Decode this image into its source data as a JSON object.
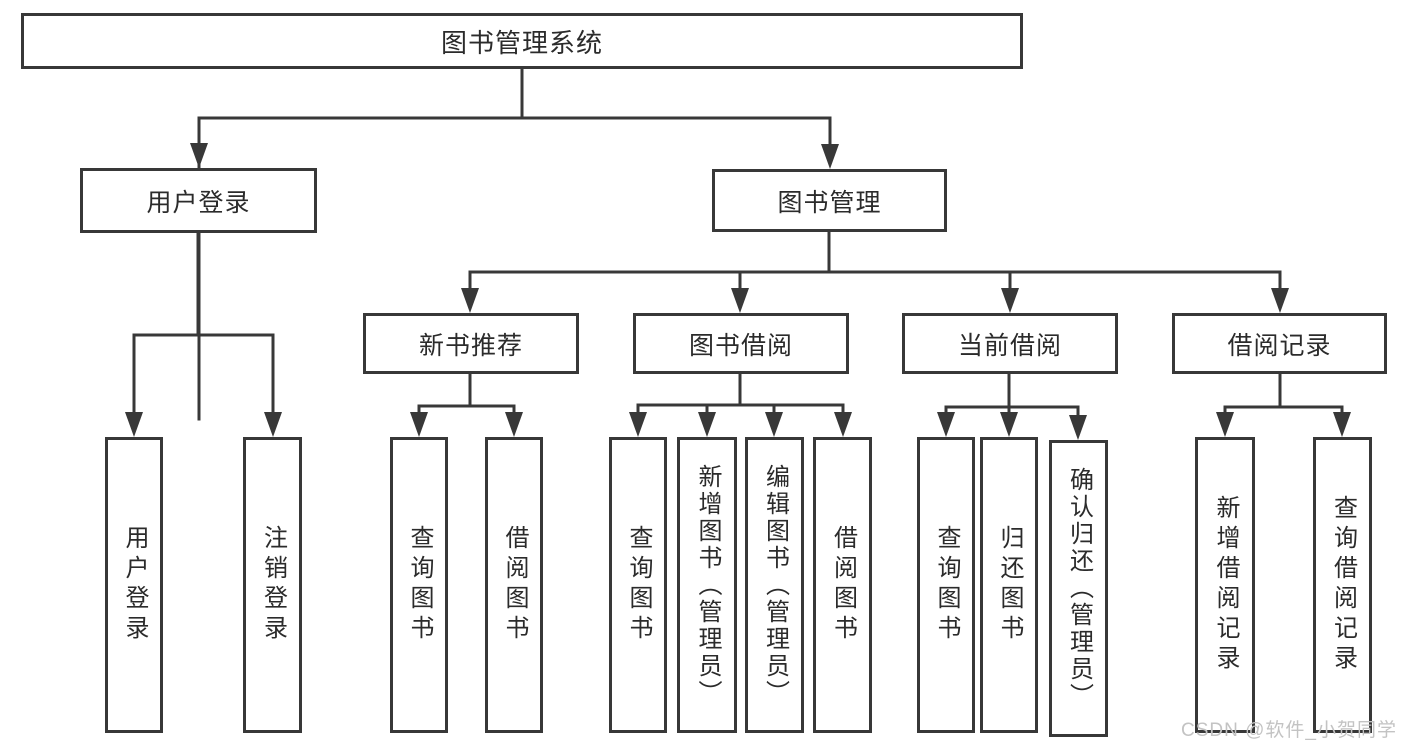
{
  "diagram": {
    "type": "tree",
    "root": {
      "label": "图书管理系统"
    },
    "branches": [
      {
        "label": "用户登录",
        "children": [
          {
            "label": "用户登录"
          },
          {
            "label": "注销登录"
          }
        ]
      },
      {
        "label": "图书管理",
        "children": [
          {
            "label": "新书推荐",
            "children": [
              {
                "label": "查询图书"
              },
              {
                "label": "借阅图书"
              }
            ]
          },
          {
            "label": "图书借阅",
            "children": [
              {
                "label": "查询图书"
              },
              {
                "label": "新增图书（管理员）"
              },
              {
                "label": "编辑图书（管理员）"
              },
              {
                "label": "借阅图书"
              }
            ]
          },
          {
            "label": "当前借阅",
            "children": [
              {
                "label": "查询图书"
              },
              {
                "label": "归还图书"
              },
              {
                "label": "确认归还（管理员）"
              }
            ]
          },
          {
            "label": "借阅记录",
            "children": [
              {
                "label": "新增借阅记录"
              },
              {
                "label": "查询借阅记录"
              }
            ]
          }
        ]
      }
    ]
  },
  "watermark": {
    "text": "CSDN @软件_小贺同学",
    "color": "#c3c3c3"
  },
  "colors": {
    "line": "#383838",
    "box_border": "#383838",
    "box_fill": "#ffffff",
    "text": "#2b2b2b",
    "background": "#ffffff"
  }
}
